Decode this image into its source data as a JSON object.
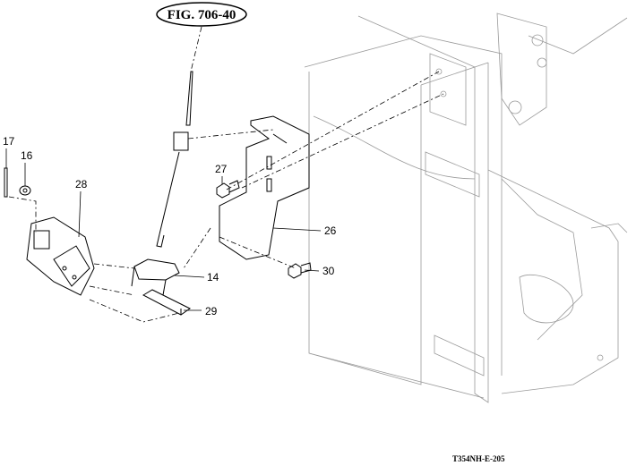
{
  "figure_reference": "FIG. 706-40",
  "drawing_code": "T354NH-E-205",
  "callouts": {
    "p17": "17",
    "p16": "16",
    "p28": "28",
    "p27": "27",
    "p26": "26",
    "p30": "30",
    "p14": "14",
    "p29": "29"
  }
}
